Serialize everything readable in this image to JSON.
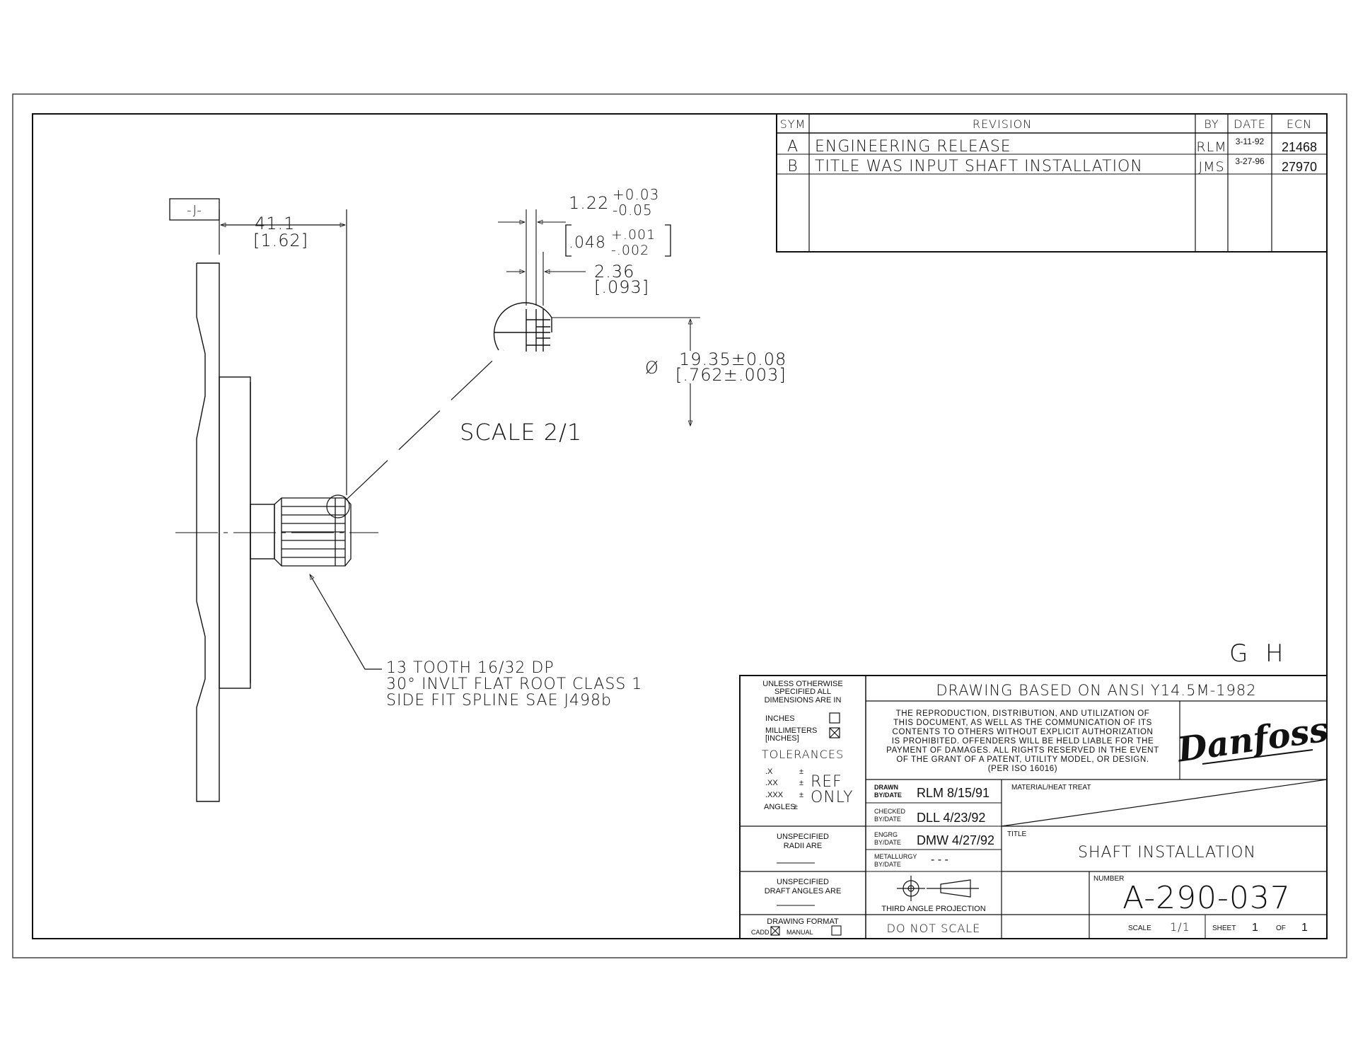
{
  "revision_table": {
    "headers": {
      "sym": "SYM",
      "revision": "REVISION",
      "by": "BY",
      "date": "DATE",
      "ecn": "ECN"
    },
    "rows": [
      {
        "sym": "A",
        "revision": "ENGINEERING RELEASE",
        "by": "RLM",
        "date": "3-11-92",
        "ecn": "21468"
      },
      {
        "sym": "B",
        "revision": "TITLE WAS INPUT SHAFT INSTALLATION",
        "by": "JMS",
        "date": "3-27-96",
        "ecn": "27970"
      }
    ]
  },
  "drawing": {
    "datum": "-J-",
    "dim_length_mm": "41.1",
    "dim_length_in": "[1.62]",
    "dim_gap_mm": "1.22",
    "dim_gap_mm_tol_plus": "+0.03",
    "dim_gap_mm_tol_minus": "-0.05",
    "dim_gap_in": ".048",
    "dim_gap_in_tol_plus": "+.001",
    "dim_gap_in_tol_minus": "-.002",
    "dim_width_mm": "2.36",
    "dim_width_in": "[.093]",
    "diameter_symbol": "Ø",
    "dim_dia_mm": "19.35±0.08",
    "dim_dia_in": "[.762±.003]",
    "detail_scale": "SCALE 2/1",
    "note_line1": "13 TOOTH 16/32 DP",
    "note_line2": "30° INVLT FLAT ROOT CLASS 1",
    "note_line3": "SIDE FIT SPLINE SAE J498b",
    "zone_letters": "G  H"
  },
  "title_block": {
    "units_header": "UNLESS OTHERWISE SPECIFIED ALL DIMENSIONS ARE IN",
    "units_header_l1": "UNLESS OTHERWISE",
    "units_header_l2": "SPECIFIED ALL",
    "units_header_l3": "DIMENSIONS ARE IN",
    "inches_label": "INCHES",
    "mm_label": "MILLIMETERS",
    "mm_label_sub": "[INCHES]",
    "tolerances_label": "TOLERANCES",
    "tol_x": ".X",
    "tol_xx": ".XX",
    "tol_xxx": ".XXX",
    "tol_angles": "ANGLES",
    "tol_pm": "±",
    "tol_ref": "REF",
    "tol_only": "ONLY",
    "radii_l1": "UNSPECIFIED",
    "radii_l2": "RADII ARE",
    "draft_l1": "UNSPECIFIED",
    "draft_l2": "DRAFT ANGLES ARE",
    "format_label": "DRAWING FORMAT",
    "cadd_label": "CADD",
    "manual_label": "MANUAL",
    "standard": "DRAWING BASED ON ANSI Y14.5M-1982",
    "legal_lines": [
      "THE REPRODUCTION, DISTRIBUTION, AND UTILIZATION OF",
      "THIS DOCUMENT, AS WELL AS THE COMMUNICATION OF ITS",
      "CONTENTS TO OTHERS WITHOUT EXPLICIT AUTHORIZATION",
      "IS PROHIBITED.  OFFENDERS WILL BE HELD LIABLE FOR THE",
      "PAYMENT OF DAMAGES.  ALL RIGHTS RESERVED IN THE EVENT",
      "OF THE GRANT OF A PATENT, UTILITY MODEL, OR DESIGN.",
      "(PER ISO 16016)"
    ],
    "logo": "Danfoss",
    "drawn_l1": "DRAWN",
    "drawn_l2": "BY/DATE",
    "drawn_value": "RLM 8/15/91",
    "checked_l1": "CHECKED",
    "checked_l2": "BY/DATE",
    "checked_value": "DLL 4/23/92",
    "engrg_l1": "ENGRG",
    "engrg_l2": "BY/DATE",
    "engrg_value": "DMW 4/27/92",
    "metallurgy_l1": "METALLURGY",
    "metallurgy_l2": "BY/DATE",
    "metallurgy_value": "- - -",
    "material_label": "MATERIAL/HEAT TREAT",
    "title_label": "TITLE",
    "title": "SHAFT INSTALLATION",
    "projection_label": "THIRD ANGLE PROJECTION",
    "do_not_scale": "DO NOT SCALE",
    "number_label": "NUMBER",
    "number": "A-290-037",
    "scale_label": "SCALE",
    "scale_value": "1/1",
    "sheet_label": "SHEET",
    "sheet_value": "1",
    "of_label": "OF",
    "of_value": "1"
  }
}
